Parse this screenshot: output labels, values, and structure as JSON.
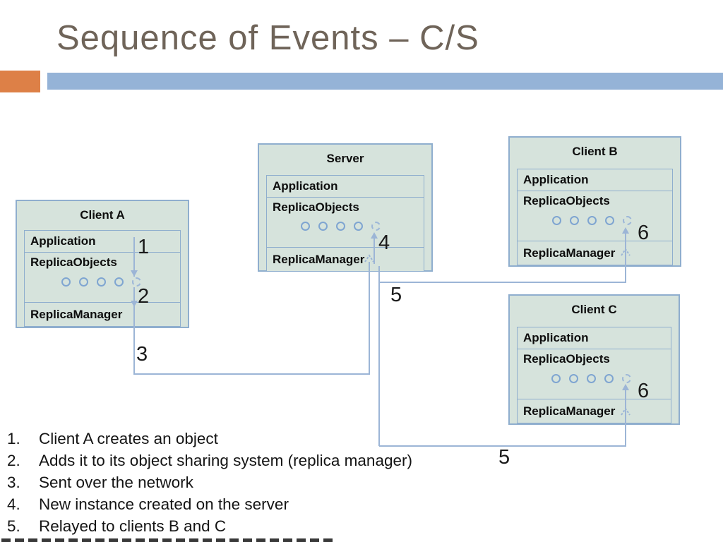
{
  "slide": {
    "title": "Sequence of Events – C/S"
  },
  "theme": {
    "accent_orange": "#DD8047",
    "accent_blue": "#95B3D7",
    "node_fill": "#D6E3DC",
    "node_border": "#8FAECE",
    "connector_color": "#9CB5D6",
    "title_color": "#6F6459"
  },
  "diagram": {
    "nodes": [
      {
        "title": "Client A",
        "rows": [
          "Application",
          "ReplicaObjects",
          "ReplicaManager"
        ]
      },
      {
        "title": "Server",
        "rows": [
          "Application",
          "ReplicaObjects",
          "ReplicaManager"
        ]
      },
      {
        "title": "Client B",
        "rows": [
          "Application",
          "ReplicaObjects",
          "ReplicaManager"
        ]
      },
      {
        "title": "Client C",
        "rows": [
          "Application",
          "ReplicaObjects",
          "ReplicaManager"
        ]
      }
    ],
    "object_slots_per_node": {
      "existing_circles": 4,
      "new_dashed_circles": 1
    },
    "step_labels": [
      "1",
      "2",
      "3",
      "4",
      "5",
      "5",
      "6",
      "6"
    ]
  },
  "steps_list": {
    "items": [
      {
        "num": "1.",
        "text": "Client A creates an object"
      },
      {
        "num": "2.",
        "text": "Adds it to its object sharing system (replica manager)"
      },
      {
        "num": "3.",
        "text": "Sent over the network"
      },
      {
        "num": "4.",
        "text": "New instance created on the server"
      },
      {
        "num": "5.",
        "text": "Relayed to clients B and C"
      }
    ]
  }
}
